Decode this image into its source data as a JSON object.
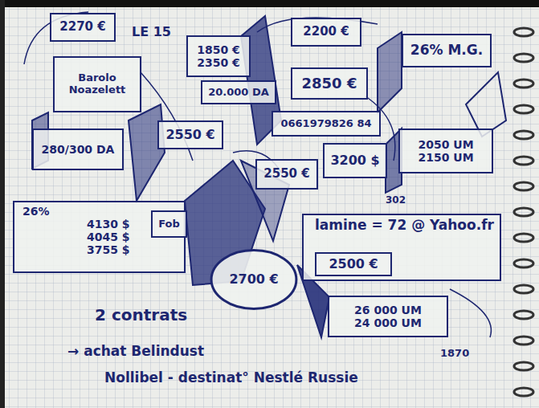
{
  "diagram": {
    "nodes": [
      {
        "text": [
          "2270 €"
        ]
      },
      {
        "text": [
          "1850 €",
          "2350 €"
        ]
      },
      {
        "text": [
          "20.000 DA"
        ]
      },
      {
        "text": [
          "2200 €"
        ]
      },
      {
        "text": [
          "2850 €"
        ]
      },
      {
        "text": [
          "26% M.G."
        ]
      },
      {
        "text": [
          "Barolo Noazelett"
        ]
      },
      {
        "text": [
          "2550 €"
        ]
      },
      {
        "text": [
          "0661979826 84"
        ]
      },
      {
        "text": [
          "280/300 DA"
        ]
      },
      {
        "text": [
          "2050 UM",
          "2150 UM"
        ]
      },
      {
        "text": [
          "2550 €"
        ]
      },
      {
        "text": [
          "3200 $"
        ]
      },
      {
        "text": [
          "26%",
          "4130 $",
          "4045 $",
          "3755 $"
        ]
      },
      {
        "text": [
          "Fob"
        ],
        "in": 13
      },
      {
        "text": [
          "lamine = 72 @ Yahoo.fr"
        ]
      },
      {
        "text": [
          "2500 €"
        ],
        "in": 15
      },
      {
        "text": [
          "2700 €"
        ]
      },
      {
        "text": [
          "26 000 UM",
          "24 000 UM"
        ]
      }
    ],
    "labels": [
      "LE 15",
      "302",
      "2 contrats",
      "→ achat Belindust",
      "Nollibel - destinat° Nestlé Russie",
      "1870"
    ]
  }
}
